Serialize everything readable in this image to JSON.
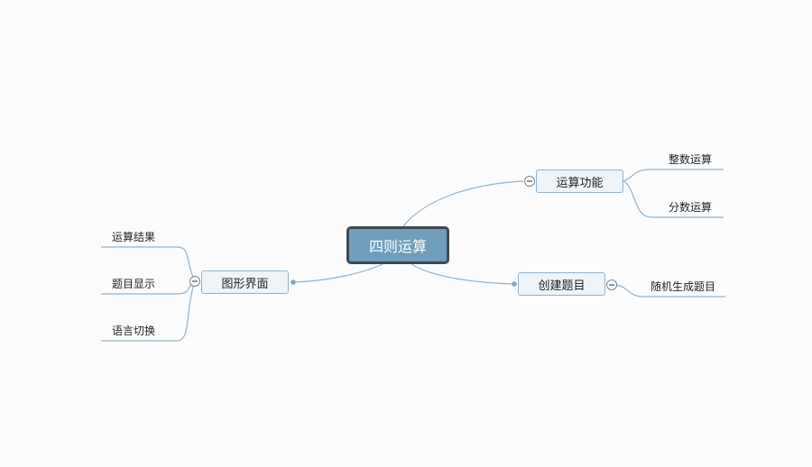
{
  "mindmap": {
    "root": {
      "label": "四则运算"
    },
    "branches": [
      {
        "id": "yunsuan",
        "label": "运算功能",
        "collapsed": false,
        "children": [
          {
            "label": "整数运算"
          },
          {
            "label": "分数运算"
          }
        ]
      },
      {
        "id": "chuangjian",
        "label": "创建题目",
        "collapsed": false,
        "children": [
          {
            "label": "随机生成题目"
          }
        ]
      },
      {
        "id": "tuxing",
        "label": "图形界面",
        "collapsed": false,
        "children": [
          {
            "label": "运算结果"
          },
          {
            "label": "题目显示"
          },
          {
            "label": "语言切换"
          }
        ]
      }
    ]
  },
  "colors": {
    "background": "#fcfcfc",
    "root_fill": "#6f9dbb",
    "root_border": "#3e4a52",
    "branch_fill": "#eef4f8",
    "line": "#8fb3cf"
  }
}
